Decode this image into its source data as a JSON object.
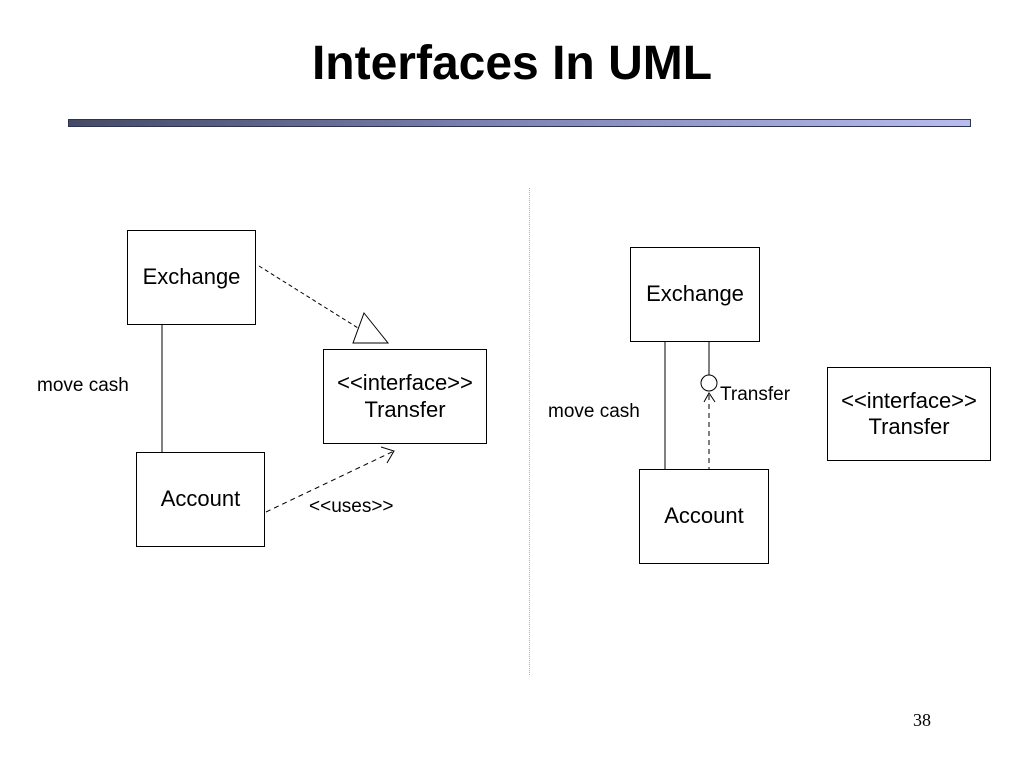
{
  "title": "Interfaces In UML",
  "left_diagram": {
    "exchange_label": "Exchange",
    "account_label": "Account",
    "interface_stereotype": "<<interface>>",
    "interface_name": "Transfer",
    "association_label": "move cash",
    "dependency_label": "<<uses>>"
  },
  "right_diagram": {
    "exchange_label": "Exchange",
    "account_label": "Account",
    "interface_stereotype": "<<interface>>",
    "interface_name": "Transfer",
    "association_label": "move cash",
    "lollipop_label": "Transfer"
  },
  "page_number": "38"
}
